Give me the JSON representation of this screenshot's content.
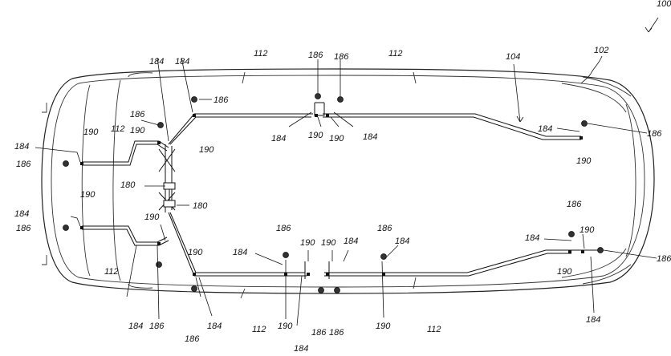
{
  "figure": {
    "ref_main": "100",
    "labels": {
      "n102": "102",
      "n104": "104",
      "n112": "112",
      "n180": "180",
      "n184": "184",
      "n186": "186",
      "n190": "190"
    }
  }
}
